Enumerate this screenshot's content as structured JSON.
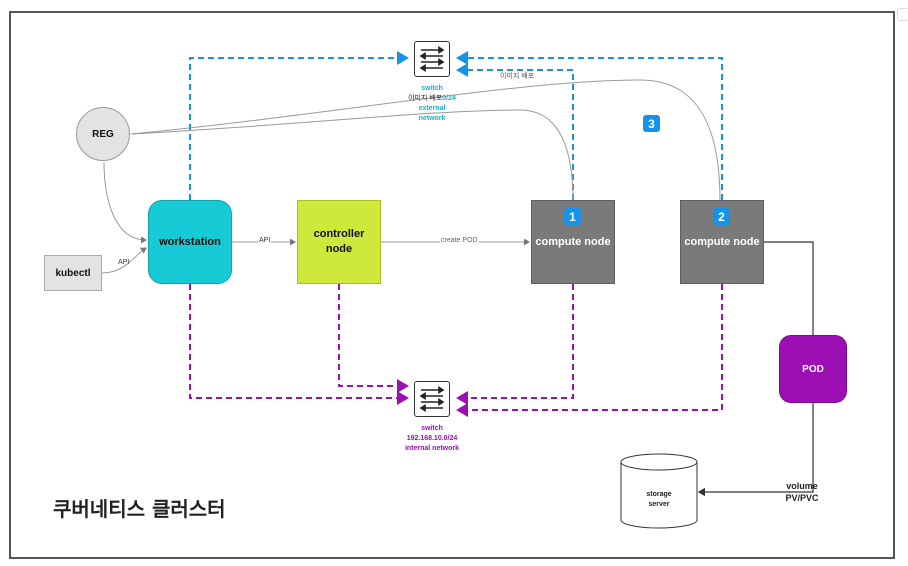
{
  "title": "쿠버네티스 클러스터",
  "nodes": {
    "reg": "REG",
    "kubectl": "kubectl",
    "workstation": "workstation",
    "controller_line1": "controller",
    "controller_line2": "node",
    "compute1": "compute node",
    "compute2": "compute node",
    "pod": "POD",
    "storage_line1": "storage",
    "storage_line2": "server"
  },
  "badges": {
    "b1": "1",
    "b2": "2",
    "b3": "3"
  },
  "edge_labels": {
    "kubectl_api": "API",
    "workstation_api": "API",
    "create_pod": "create POD",
    "image_deploy_top": "이미지 배포",
    "image_deploy_mid": "이미지 배포",
    "volume_line1": "volume",
    "volume_line2": "PV/PVC"
  },
  "switch_external": {
    "line1": "switch",
    "line2": "0/24",
    "line3": "external",
    "line4": "network"
  },
  "switch_internal": {
    "line1": "switch",
    "line2": "192.168.10.0/24",
    "line3": "internal network"
  },
  "colors": {
    "external": "#1593e8",
    "internal": "#9b0fb3",
    "external_label": "#17b3c9",
    "workstation": "#17cbd6",
    "controller": "#cfe83c",
    "compute": "#7a7a7a",
    "pod": "#9b0fb3"
  }
}
